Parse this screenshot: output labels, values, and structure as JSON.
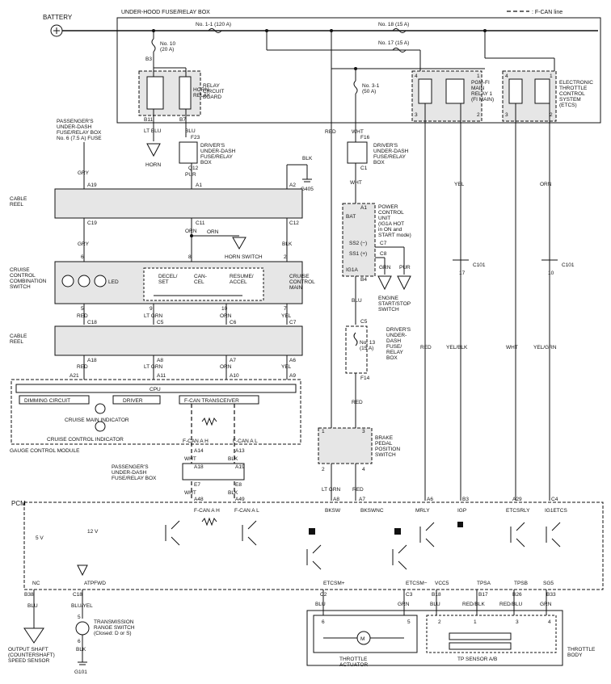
{
  "legend": {
    "fcan": ": F-CAN line"
  },
  "battery": "BATTERY",
  "boxes": {
    "underhood": "UNDER-HOOD FUSE/RELAY BOX",
    "relay_board": [
      "RELAY",
      "CIRCUIT",
      "BOARD"
    ],
    "horn_relay": [
      "HORN",
      "RELAY"
    ],
    "pgmfi": [
      "PGM-FI",
      "MAIN",
      "RELAY 1",
      "(FI MAIN)"
    ],
    "etcs": [
      "ELECTRONIC",
      "THROTTLE",
      "CONTROL",
      "SYSTEM",
      "(ETCS)"
    ],
    "pass_fuse": [
      "PASSENGER'S",
      "UNDER-DASH",
      "FUSE/RELAY BOX",
      "No. 6 (7.5 A) FUSE"
    ],
    "drv_fuse1": [
      "DRIVER'S",
      "UNDER-DASH",
      "FUSE/RELAY",
      "BOX"
    ],
    "drv_fuse2": [
      "DRIVER'S",
      "UNDER-DASH",
      "FUSE/RELAY",
      "BOX"
    ],
    "drv_fuse3": [
      "DRIVER'S",
      "UNDER-",
      "DASH",
      "FUSE/",
      "RELAY",
      "BOX"
    ],
    "pcu": [
      "POWER",
      "CONTROL",
      "UNIT",
      "(IG1A HOT",
      "in ON and",
      "START mode)"
    ],
    "engine_switch": [
      "ENGINE",
      "START/STOP",
      "SWITCH"
    ],
    "cable_reel": [
      "CABLE",
      "REEL"
    ],
    "cruise_switch": [
      "CRUISE",
      "CONTROL",
      "COMBINATION",
      "SWITCH"
    ],
    "gauge": "GAUGE CONTROL MODULE",
    "cpu": "CPU",
    "dimming": "DIMMING CIRCUIT",
    "driver": "DRIVER",
    "fcan_tx": "F-CAN TRANSCEIVER",
    "cruise_main_ind": "CRUISE MAIN INDICATOR",
    "cruise_ctrl_ind": "CRUISE CONTROL INDICATOR",
    "pass_box2": [
      "PASSENGER'S",
      "UNDER-DASH",
      "FUSE/RELAY BOX"
    ],
    "brake": [
      "BRAKE",
      "PEDAL",
      "POSITION",
      "SWITCH"
    ],
    "pcm": "PCM",
    "tr_switch": [
      "TRANSMISSION",
      "RANGE SWITCH",
      "(Closed: D or S)"
    ],
    "os_sensor": [
      "OUTPUT SHAFT",
      "(COUNTERSHAFT)",
      "SPEED SENSOR"
    ],
    "actuator": [
      "THROTTLE",
      "ACTUATOR"
    ],
    "throttle_body": [
      "THROTTLE",
      "BODY"
    ],
    "tp_sensor": "TP SENSOR A/B",
    "horn": "HORN",
    "horn_switch": "HORN SWITCH",
    "led": "LED",
    "decel": [
      "DECEL/",
      "SET"
    ],
    "cancel": [
      "CAN-",
      "CEL"
    ],
    "resume": [
      "RESUME/",
      "ACCEL"
    ],
    "cruise_main": [
      "CRUISE",
      "CONTROL",
      "MAIN"
    ],
    "m": "M"
  },
  "fuses": {
    "f1": "No. 1-1 (120 A)",
    "f18": "No. 18 (15 A)",
    "f17": "No. 17 (15 A)",
    "f10": [
      "No. 10",
      "(20 A)"
    ],
    "f31": [
      "No. 3-1",
      "(50 A)"
    ],
    "f13": [
      "No. 13",
      "(15 A)"
    ]
  },
  "wires": {
    "lt_blu": "LT BLU",
    "blu": "BLU",
    "red": "RED",
    "wht": "WHT",
    "yel": "YEL",
    "orn": "ORN",
    "gry": "GRY",
    "pur": "PUR",
    "blk": "BLK",
    "lt_grn": "LT GRN",
    "grn": "GRN",
    "yel_blk": "YEL/BLK",
    "yel_grn": "YEL/GRN",
    "blu_yel": "BLU/YEL",
    "red_blk": "RED/BLK",
    "red_blu": "RED/BLU"
  },
  "connectors": {
    "B3": "B3",
    "B11": "B11",
    "B7": "B7",
    "F23": "F23",
    "Q12": "Q12",
    "F16": "F16",
    "C1": "C1",
    "A19": "A19",
    "A1": "A1",
    "A2": "A2",
    "C19": "C19",
    "C11": "C11",
    "C12": "C12",
    "G405": "G405",
    "C7": "C7",
    "C8": "C8",
    "B4": "B4",
    "C5": "C5",
    "F14": "F14",
    "C101": "C101",
    "C18": "C18",
    "A8": "A8",
    "C6": "C6",
    "A18": "A18",
    "A7": "A7",
    "A6": "A6",
    "A21": "A21",
    "A11": "A11",
    "A10": "A10",
    "A9": "A9",
    "A14": "A14",
    "A13": "A13",
    "E7": "E7",
    "E8": "E8",
    "A48": "A48",
    "A49": "A49",
    "A29": "A29",
    "C4": "C4",
    "B38": "B38",
    "C2": "C2",
    "B18": "B18",
    "C3": "C3",
    "B17": "B17",
    "B26": "B26",
    "B33": "B33",
    "G101": "G101",
    "bat": "BAT",
    "ss2": "SS2 (−)",
    "ss1": "SS1 (+)",
    "ig1a": "IG1A",
    "fcan_ah": "F-CAN A H",
    "fcan_al": "F-CAN A L",
    "bksw": "BKSW",
    "bkswnc": "BKSWNC",
    "mrly": "MRLY",
    "igp": "IGP",
    "etcsrly": "ETCSRLY",
    "ig1etcs": "IG1ETCS",
    "nc": "NC",
    "atpfwd": "ATPFWD",
    "etcsmp": "ETCSM+",
    "etcsmm": "ETCSM−",
    "vcc5": "VCC5",
    "tpsa": "TPSA",
    "tpsb": "TPSB",
    "sg5": "SG5",
    "v5": "5 V",
    "v12": "12 V"
  },
  "pins": [
    "1",
    "2",
    "3",
    "4",
    "5",
    "6",
    "7",
    "8",
    "9",
    "10",
    "17"
  ]
}
